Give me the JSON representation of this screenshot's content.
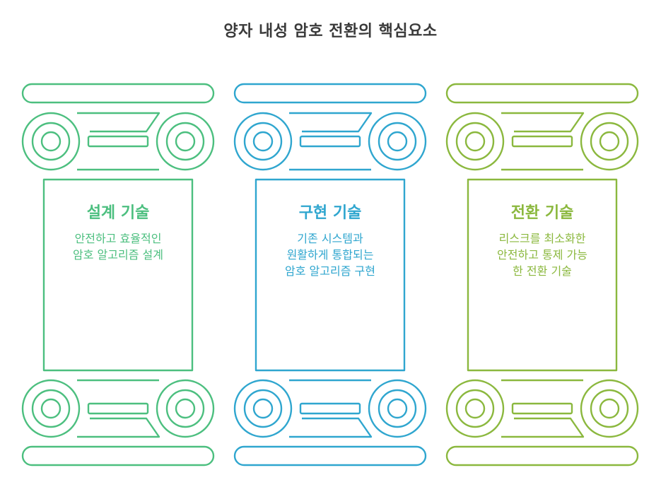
{
  "title": "양자 내성 암호 전환의 핵심요소",
  "pillars": [
    {
      "heading": "설계 기술",
      "lines": [
        "안전하고 효율적인",
        "암호 알고리즘 설계"
      ],
      "color": "#4cbf7f"
    },
    {
      "heading": "구현 기술",
      "lines": [
        "기존 시스템과",
        "원활하게 통합되는",
        "암호 알고리즘 구현"
      ],
      "color": "#2fa6cf"
    },
    {
      "heading": "전환 기술",
      "lines": [
        "리스크를 최소화한",
        "안전하고 통제 가능",
        "한 전환 기술"
      ],
      "color": "#8bb83e"
    }
  ]
}
